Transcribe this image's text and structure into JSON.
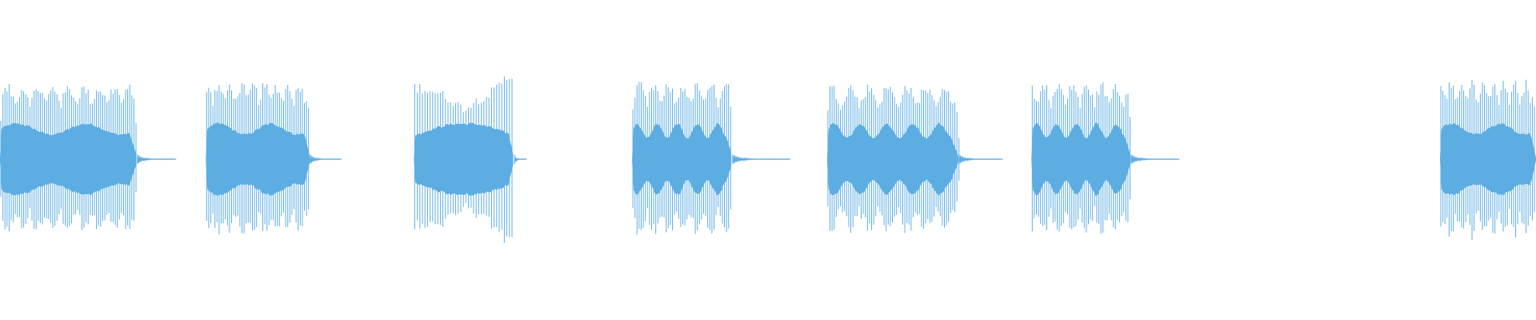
{
  "colors": {
    "background": "#ffffff",
    "waveform": "#5dade2"
  },
  "waveform": {
    "channels": 1,
    "segments": [
      {
        "start": 0.0,
        "end": 0.0895,
        "tail_end": 0.115,
        "envelope": "steady",
        "amplitude": 0.95
      },
      {
        "start": 0.134,
        "end": 0.202,
        "tail_end": 0.223,
        "envelope": "steady",
        "amplitude": 0.98
      },
      {
        "start": 0.2695,
        "end": 0.335,
        "tail_end": 0.343,
        "envelope": "bulge",
        "amplitude": 0.97
      },
      {
        "start": 0.4115,
        "end": 0.477,
        "tail_end": 0.515,
        "envelope": "pulsing",
        "amplitude": 0.98
      },
      {
        "start": 0.5385,
        "end": 0.6245,
        "tail_end": 0.653,
        "envelope": "pulsing",
        "amplitude": 0.96
      },
      {
        "start": 0.6715,
        "end": 0.7365,
        "tail_end": 0.768,
        "envelope": "pulsing",
        "amplitude": 0.99
      },
      {
        "start": 0.9375,
        "end": 1.0,
        "tail_end": 1.0,
        "envelope": "steady",
        "amplitude": 1.0
      }
    ]
  }
}
